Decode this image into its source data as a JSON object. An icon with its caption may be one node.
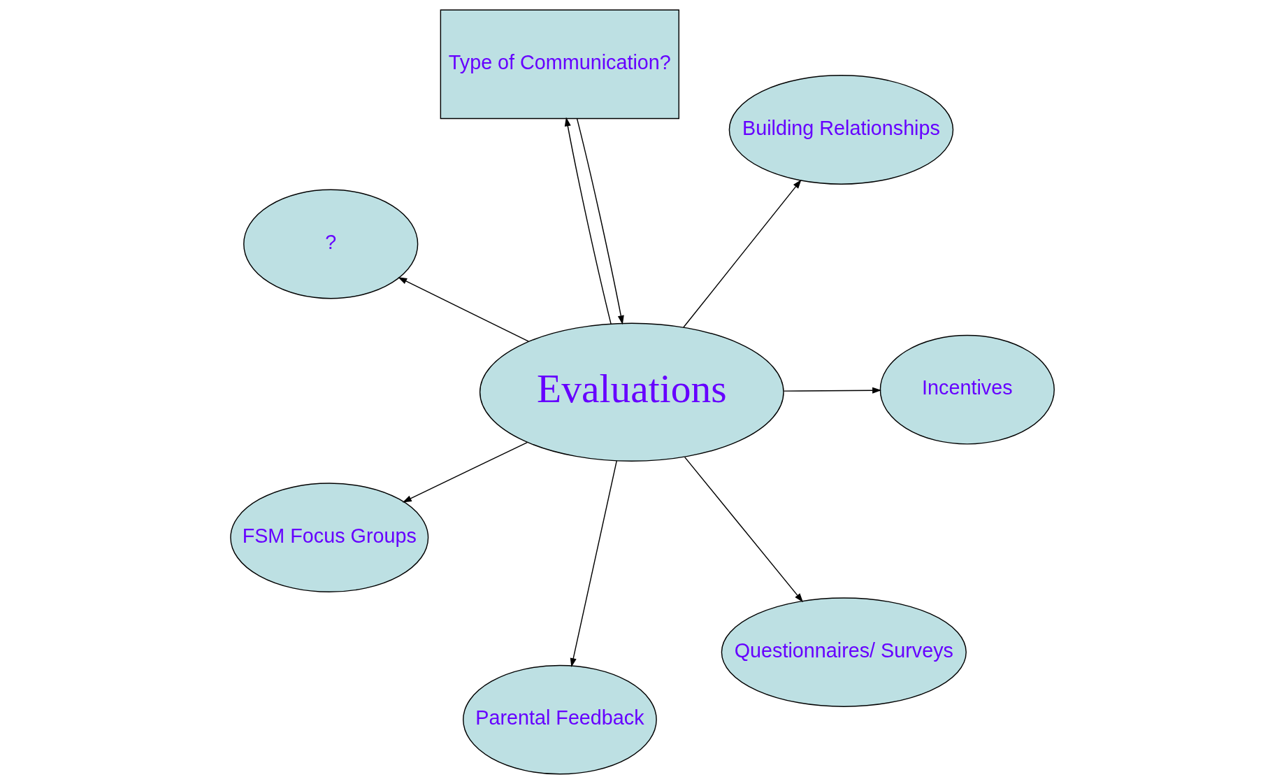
{
  "diagram": {
    "nodes": [
      {
        "text": [
          "Evaluations"
        ]
      },
      {
        "text": [
          "Incentives"
        ]
      },
      {
        "text": [
          "Parental Feedback"
        ]
      },
      {
        "text": [
          "?"
        ]
      },
      {
        "text": [
          "Building Relationships"
        ]
      },
      {
        "text": [
          "Type of Communication?"
        ]
      },
      {
        "text": [
          "FSM Focus Groups"
        ]
      },
      {
        "text": [
          "Questionnaires/ Surveys"
        ]
      }
    ],
    "edges": [
      {
        "from": 0,
        "to": 1,
        "arrow": "to"
      },
      {
        "from": 0,
        "to": 2,
        "arrow": "to"
      },
      {
        "from": 0,
        "to": 3,
        "arrow": "to"
      },
      {
        "from": 0,
        "to": 4,
        "arrow": "to"
      },
      {
        "from": 5,
        "to": 0,
        "arrow": "to"
      },
      {
        "from": 0,
        "to": 5,
        "arrow": "to"
      },
      {
        "from": 0,
        "to": 6,
        "arrow": "to"
      },
      {
        "from": 0,
        "to": 7,
        "arrow": "to"
      }
    ]
  }
}
